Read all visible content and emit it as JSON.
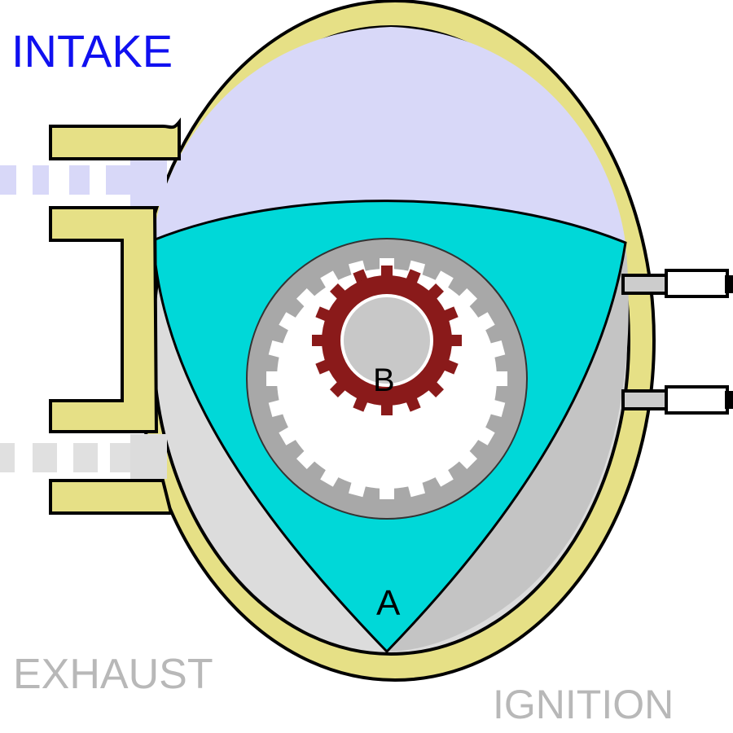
{
  "labels": {
    "intake": "INTAKE",
    "exhaust": "EXHAUST",
    "ignition": "IGNITION",
    "apex_a": "A",
    "center_b": "B"
  },
  "colors": {
    "intake_text": "#1010f0",
    "muted_text": "#b8b8b8",
    "housing": "#e6e086",
    "intake_chamber": "#d8d8f8",
    "rotor": "#00d8d8",
    "exhaust_chamber": "#dcdcdc",
    "compression_chamber": "#c4c4c4",
    "gear_ring": "#a8a8a8",
    "rotor_gear": "#8a1a1a"
  }
}
